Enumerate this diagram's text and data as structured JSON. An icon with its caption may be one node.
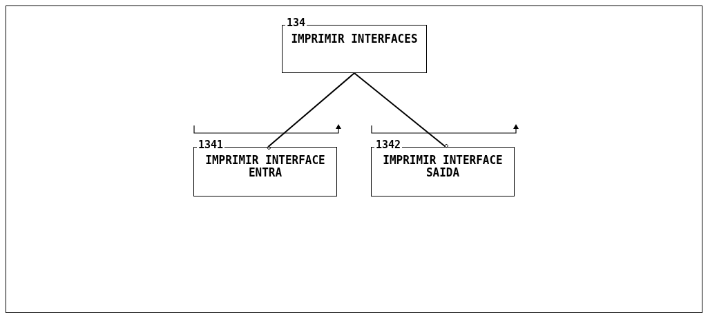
{
  "diagram": {
    "nodes": [
      {
        "text": [
          "134",
          "IMPRIMIR INTERFACES"
        ]
      },
      {
        "text": [
          "1341",
          "IMPRIMIR INTERFACE ENTRA"
        ]
      },
      {
        "text": [
          "1342",
          "IMPRIMIR INTERFACE SAIDA"
        ]
      }
    ],
    "edges": [
      {
        "from": 0,
        "to": 1,
        "arrow": "other"
      },
      {
        "from": 0,
        "to": 2,
        "arrow": "other"
      }
    ]
  }
}
